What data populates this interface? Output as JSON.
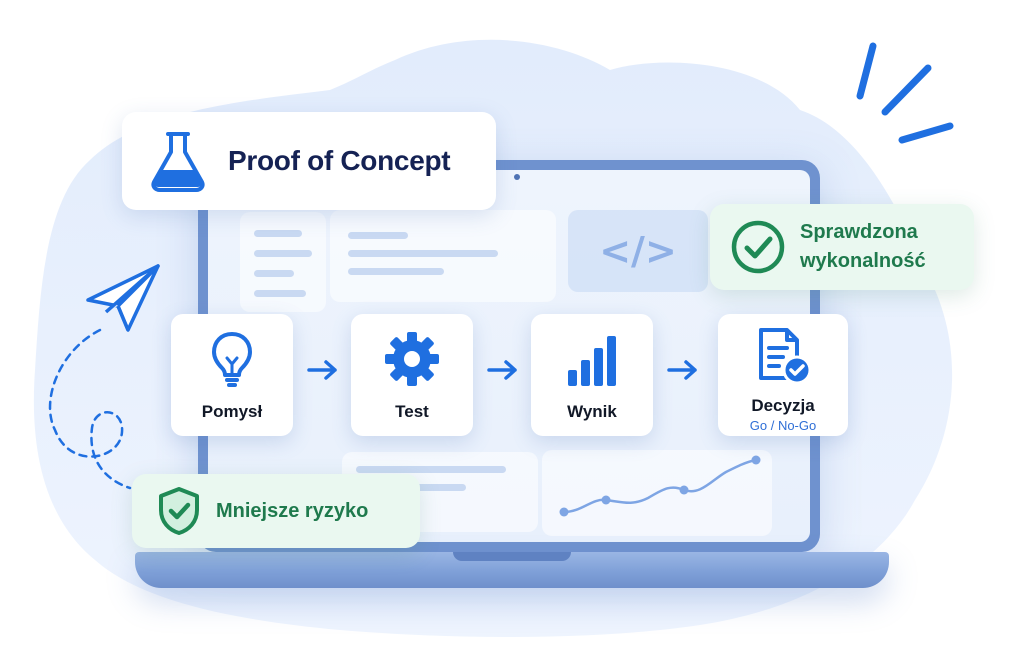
{
  "poc": {
    "title": "Proof of Concept",
    "icon": "flask-icon"
  },
  "feasibility": {
    "line1": "Sprawdzona",
    "line2": "wykonalność",
    "icon": "check-circle-icon"
  },
  "risk": {
    "label": "Mniejsze ryzyko",
    "icon": "shield-check-icon"
  },
  "flow": {
    "steps": [
      {
        "label": "Pomysł",
        "icon": "lightbulb-icon"
      },
      {
        "label": "Test",
        "icon": "gear-icon"
      },
      {
        "label": "Wynik",
        "icon": "bar-chart-icon"
      },
      {
        "label": "Decyzja",
        "sublabel": "Go / No-Go",
        "icon": "document-check-icon"
      }
    ]
  },
  "screen": {
    "code_glyph": "</>"
  },
  "colors": {
    "primary_blue": "#1f6fe0",
    "navy": "#152254",
    "green": "#1f8a55",
    "green_bg": "#eaf8f0",
    "laptop": "#6f92cf",
    "blob": "#dbe8fb"
  }
}
